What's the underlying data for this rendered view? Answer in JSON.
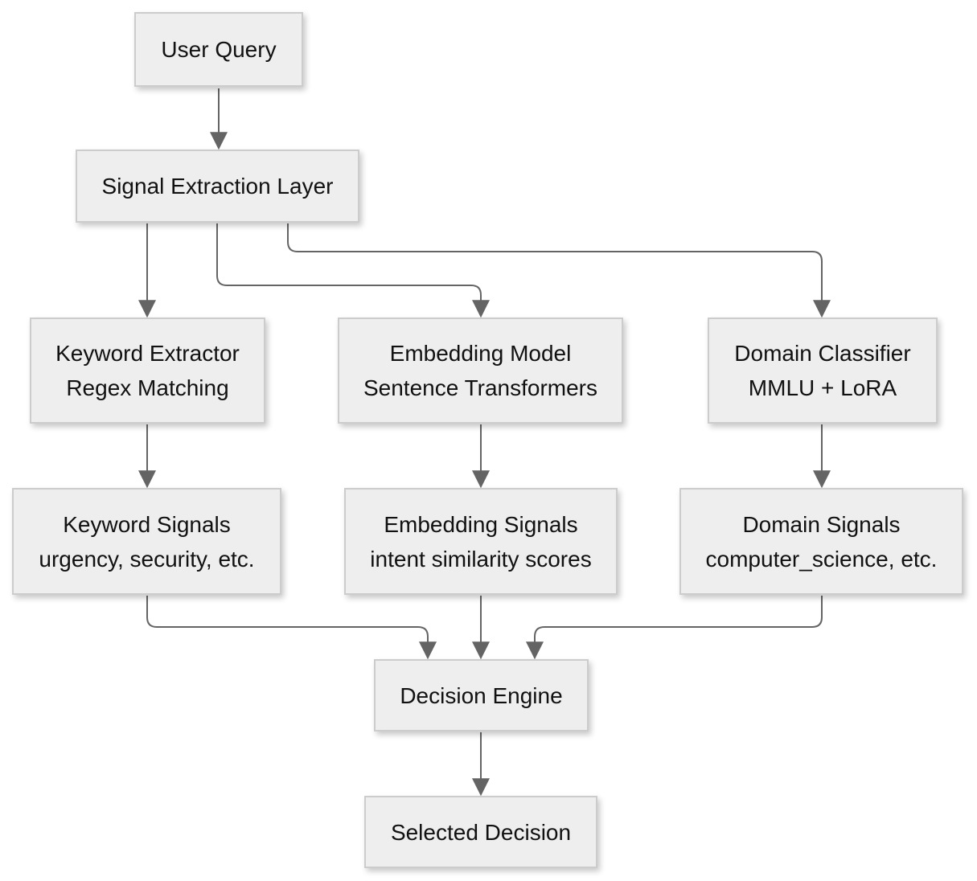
{
  "diagram": {
    "type": "flowchart",
    "orientation": "top-down",
    "colors": {
      "background": "#ffffff",
      "node_fill": "#eeeeee",
      "node_border": "#cccccc",
      "edge": "#646464",
      "text": "#111111"
    },
    "nodes": [
      {
        "id": "user-query",
        "label": "User Query"
      },
      {
        "id": "signal-extraction",
        "label": "Signal Extraction Layer"
      },
      {
        "id": "keyword-extractor",
        "label": "Keyword Extractor",
        "sublabel": "Regex Matching"
      },
      {
        "id": "embedding-model",
        "label": "Embedding Model",
        "sublabel": "Sentence Transformers"
      },
      {
        "id": "domain-classifier",
        "label": "Domain Classifier",
        "sublabel": "MMLU + LoRA"
      },
      {
        "id": "keyword-signals",
        "label": "Keyword Signals",
        "sublabel": "urgency, security, etc."
      },
      {
        "id": "embedding-signals",
        "label": "Embedding Signals",
        "sublabel": "intent similarity scores"
      },
      {
        "id": "domain-signals",
        "label": "Domain Signals",
        "sublabel": "computer_science, etc."
      },
      {
        "id": "decision-engine",
        "label": "Decision Engine"
      },
      {
        "id": "selected-decision",
        "label": "Selected Decision"
      }
    ],
    "edges": [
      {
        "from": "user-query",
        "to": "signal-extraction"
      },
      {
        "from": "signal-extraction",
        "to": "keyword-extractor"
      },
      {
        "from": "signal-extraction",
        "to": "embedding-model"
      },
      {
        "from": "signal-extraction",
        "to": "domain-classifier"
      },
      {
        "from": "keyword-extractor",
        "to": "keyword-signals"
      },
      {
        "from": "embedding-model",
        "to": "embedding-signals"
      },
      {
        "from": "domain-classifier",
        "to": "domain-signals"
      },
      {
        "from": "keyword-signals",
        "to": "decision-engine"
      },
      {
        "from": "embedding-signals",
        "to": "decision-engine"
      },
      {
        "from": "domain-signals",
        "to": "decision-engine"
      },
      {
        "from": "decision-engine",
        "to": "selected-decision"
      }
    ]
  }
}
